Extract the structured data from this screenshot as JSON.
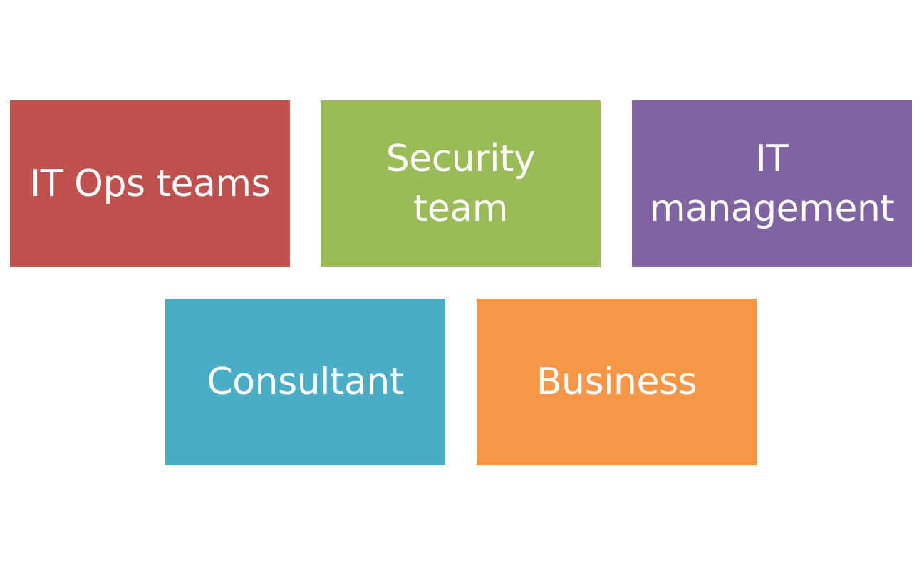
{
  "boxes": [
    {
      "label": "IT Ops teams",
      "color": "#C0504D"
    },
    {
      "label": "Security\nteam",
      "color": "#9BBB59"
    },
    {
      "label": "IT\nmanagement",
      "color": "#8064A2"
    },
    {
      "label": "Consultant",
      "color": "#4BACC6"
    },
    {
      "label": "Business",
      "color": "#F79646"
    }
  ]
}
